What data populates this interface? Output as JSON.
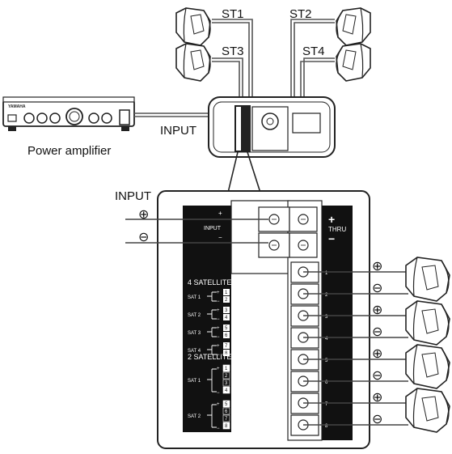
{
  "labels": {
    "st1": "ST1",
    "st2": "ST2",
    "st3": "ST3",
    "st4": "ST4",
    "input_top": "INPUT",
    "amp_caption": "Power amplifier",
    "amp_brand": "YAMAHA",
    "input_detail": "INPUT",
    "plus_symbol": "⊕",
    "minus_symbol": "⊖"
  },
  "panel": {
    "input_plus": "+",
    "input_minus": "−",
    "input_label": "INPUT",
    "thru_plus": "+",
    "thru_label": "THRU",
    "thru_minus": "−",
    "four_sat_title": "4 SATELLITE",
    "four_sat": [
      {
        "name": "SAT 1",
        "plus": "+",
        "minus": "−",
        "pins": [
          "1",
          "2"
        ]
      },
      {
        "name": "SAT 2",
        "plus": "+",
        "minus": "−",
        "pins": [
          "3",
          "4"
        ]
      },
      {
        "name": "SAT 3",
        "plus": "+",
        "minus": "−",
        "pins": [
          "5",
          "6"
        ]
      },
      {
        "name": "SAT 4",
        "plus": "+",
        "minus": "−",
        "pins": [
          "7",
          "8"
        ]
      }
    ],
    "two_sat_title": "2 SATELLITE",
    "two_sat": [
      {
        "name": "SAT 1",
        "plus": "+",
        "minus": "−",
        "pins": [
          "1",
          "2",
          "3",
          "4"
        ]
      },
      {
        "name": "SAT 2",
        "plus": "+",
        "minus": "−",
        "pins": [
          "5",
          "6",
          "7",
          "8"
        ]
      }
    ],
    "terminal_numbers": [
      "1",
      "2",
      "3",
      "4",
      "5",
      "6",
      "7",
      "8"
    ]
  }
}
